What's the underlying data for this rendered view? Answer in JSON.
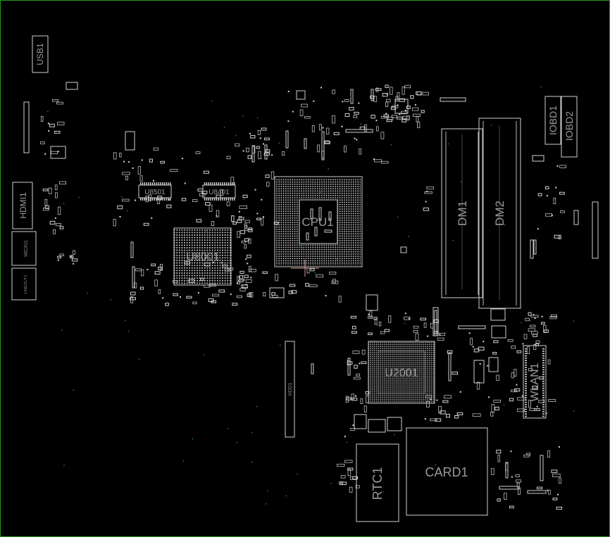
{
  "board": {
    "components": {
      "cpu": "CPU1",
      "dm1": "DM1",
      "dm2": "DM2",
      "u2001": "U2001",
      "u8001": "U8001",
      "u8501": "U8501",
      "u8401": "U8401",
      "card": "CARD1",
      "rtc": "RTC1",
      "wlan": "WLAN1",
      "iobd1": "IOBD1",
      "iobd2": "IOBD2",
      "hdmi": "HDMI1",
      "usb": "USB1",
      "hdd": "HDD1",
      "micin": "MICIN1",
      "lineout": "LINEOUT1"
    },
    "colors": {
      "background": "#000000",
      "outline": "#cfcfcf",
      "label": "#9a9a9a",
      "frame": "#1e9a1e",
      "via": "#1f7a52"
    }
  }
}
